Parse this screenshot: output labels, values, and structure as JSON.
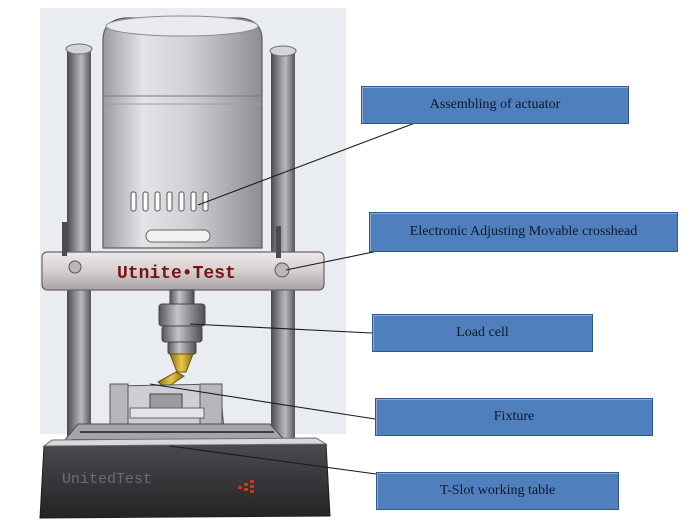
{
  "brand": {
    "crosshead_text": "Utnite•Test",
    "base_text": "UnitedTest"
  },
  "labels": {
    "actuator": "Assembling of actuator",
    "crosshead": "Electronic Adjusting Movable crosshead",
    "load_cell": "Load cell",
    "fixture": "Fixture",
    "tslot": "T-Slot working table"
  },
  "colors": {
    "label_fill": "#4f7fbd",
    "label_border": "#2f5890",
    "background_panel": "#e9ecf1",
    "metal_light": "#d8d8dc",
    "metal_dark": "#6b6b70",
    "base_dark": "#3a3a3d",
    "fixture_gold": "#c9a227"
  }
}
